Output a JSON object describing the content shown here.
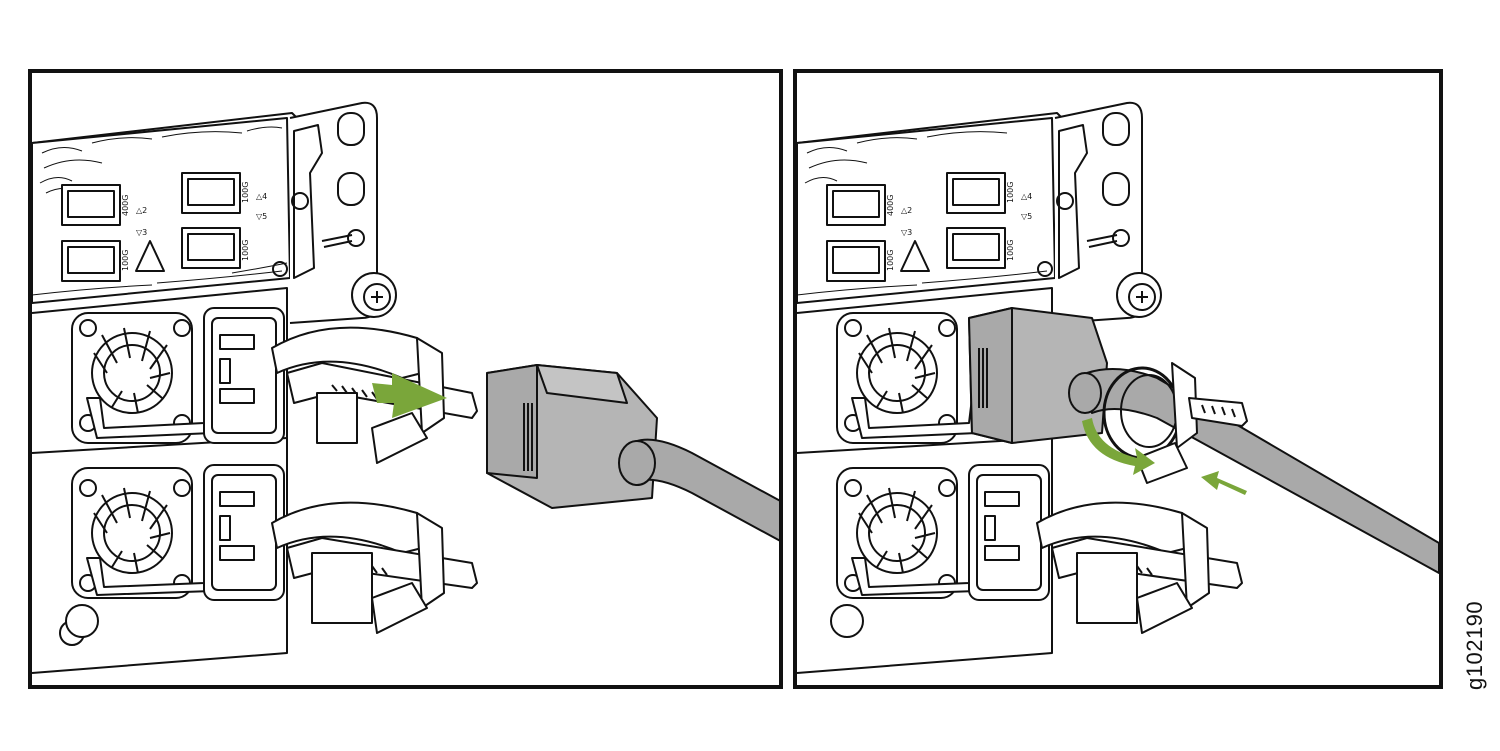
{
  "figure_id": "g102190",
  "panels": [
    {
      "step": "plug-in-power-cord",
      "port_labels": {
        "top_left": "400G",
        "top_right": "100G",
        "bottom_left": "100G",
        "bottom_right": "100G"
      },
      "port_ids": [
        "△2",
        "▽3",
        "△4",
        "▽5"
      ],
      "arrow_color": "#7aa63a"
    },
    {
      "step": "secure-retainer-strap",
      "port_labels": {
        "top_left": "400G",
        "top_right": "100G",
        "bottom_left": "100G",
        "bottom_right": "100G"
      },
      "port_ids": [
        "△2",
        "▽3",
        "△4",
        "▽5"
      ],
      "arrow_color": "#7aa63a"
    }
  ],
  "colors": {
    "outline": "#111111",
    "plug_fill": "#b5b5b5",
    "cord_fill": "#a9a9a9",
    "arrow": "#7aa63a",
    "panel_border": "#111111"
  }
}
